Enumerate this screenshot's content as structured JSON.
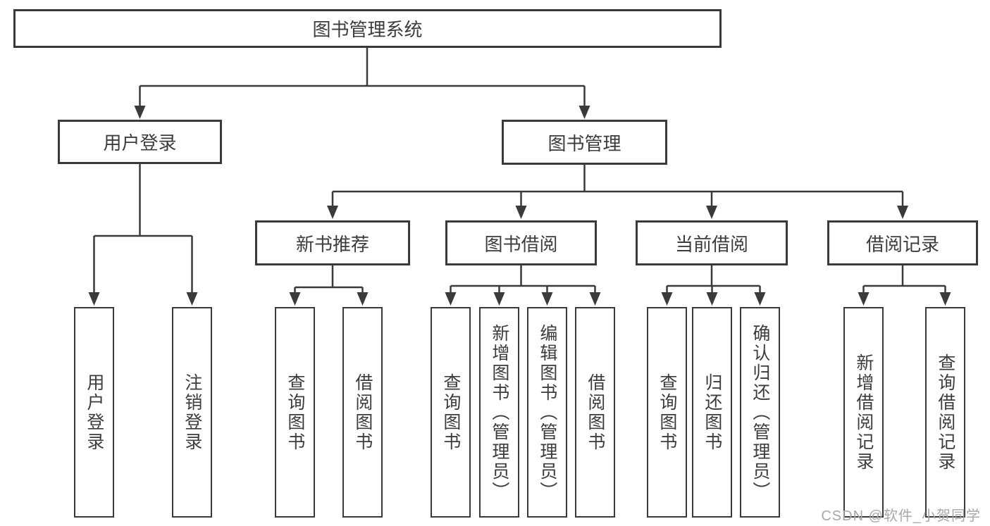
{
  "colors": {
    "line": "#3a3a3a",
    "text": "#3c3c3c",
    "background": "#ffffff",
    "watermark": "#a8a8a8"
  },
  "tree": {
    "root": {
      "label": "图书管理系统"
    },
    "branches": [
      {
        "label": "用户登录",
        "leaves": [
          {
            "label": "用户登录"
          },
          {
            "label": "注销登录"
          }
        ]
      },
      {
        "label": "图书管理",
        "groups": [
          {
            "label": "新书推荐",
            "leaves": [
              {
                "label": "查询图书"
              },
              {
                "label": "借阅图书"
              }
            ]
          },
          {
            "label": "图书借阅",
            "leaves": [
              {
                "label": "查询图书"
              },
              {
                "label": "新增图书（管理员）"
              },
              {
                "label": "编辑图书（管理员）"
              },
              {
                "label": "借阅图书"
              }
            ]
          },
          {
            "label": "当前借阅",
            "leaves": [
              {
                "label": "查询图书"
              },
              {
                "label": "归还图书"
              },
              {
                "label": "确认归还（管理员）"
              }
            ]
          },
          {
            "label": "借阅记录",
            "leaves": [
              {
                "label": "新增借阅记录"
              },
              {
                "label": "查询借阅记录"
              }
            ]
          }
        ]
      }
    ]
  },
  "watermark": {
    "text": "CSDN @软件_小贺同学"
  }
}
